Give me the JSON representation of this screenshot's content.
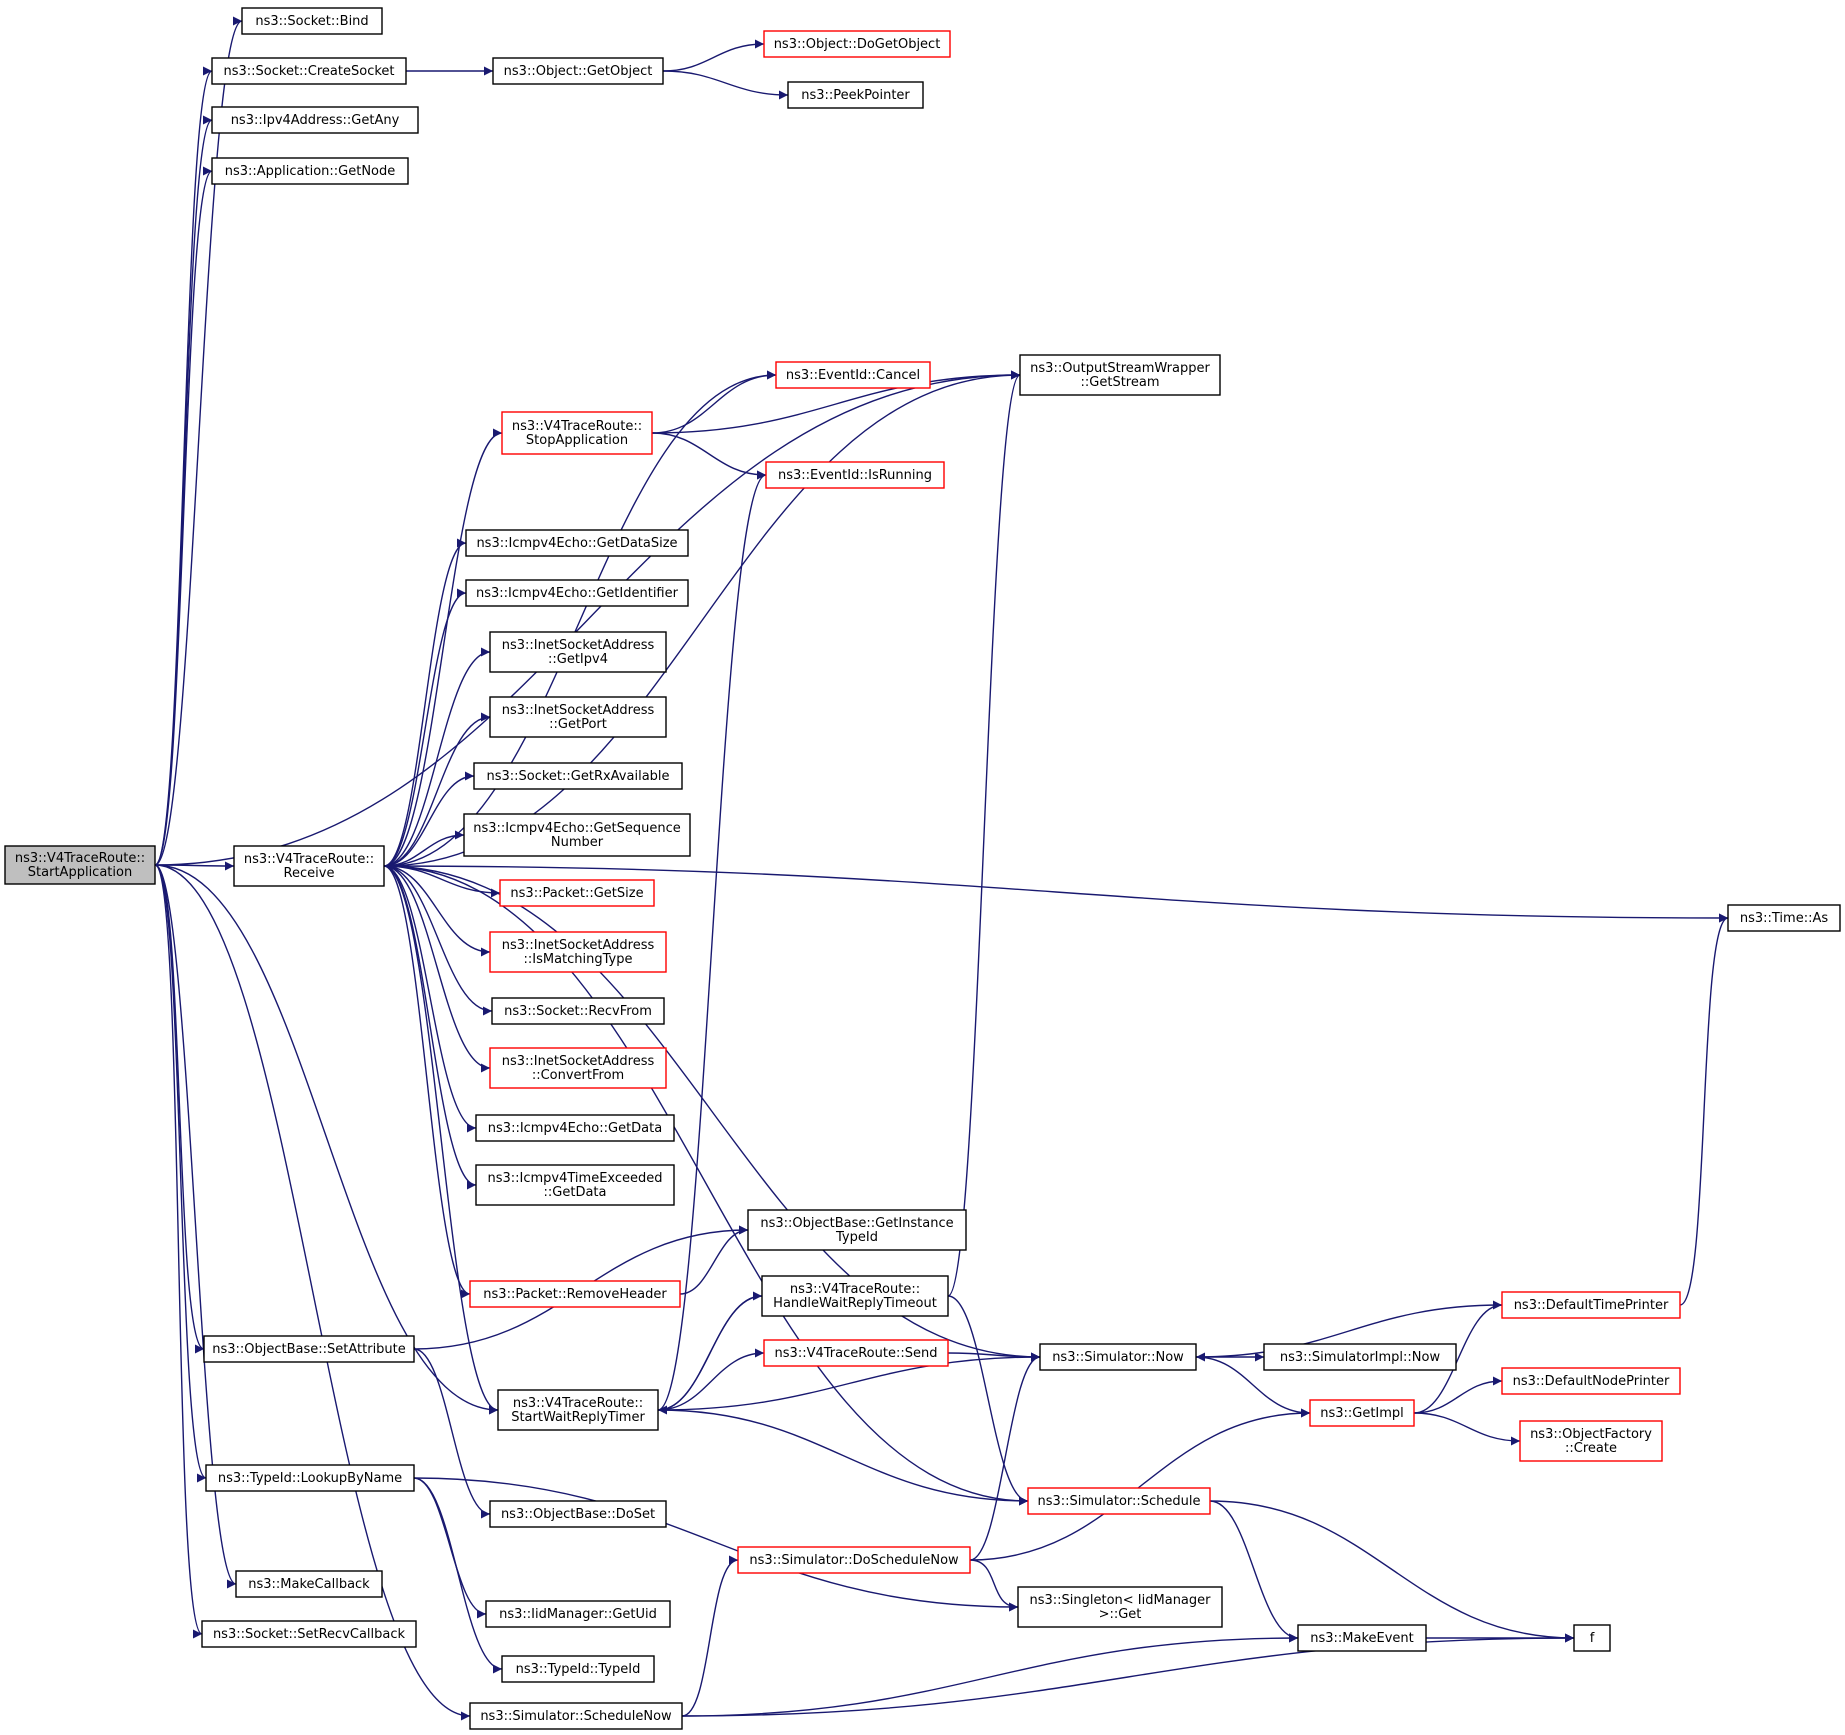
{
  "colors": {
    "edge": "#191970",
    "border": "#000000",
    "border_hidden": "#ff0000",
    "highlight_fill": "#bfbfbf",
    "background": "#ffffff"
  },
  "nodes": [
    {
      "id": "start",
      "lines": [
        "ns3::V4TraceRoute::",
        "StartApplication"
      ],
      "style": "current"
    },
    {
      "id": "bind",
      "lines": [
        "ns3::Socket::Bind"
      ],
      "style": "normal"
    },
    {
      "id": "createsocket",
      "lines": [
        "ns3::Socket::CreateSocket"
      ],
      "style": "normal"
    },
    {
      "id": "getobject",
      "lines": [
        "ns3::Object::GetObject"
      ],
      "style": "normal"
    },
    {
      "id": "dogetobject",
      "lines": [
        "ns3::Object::DoGetObject"
      ],
      "style": "hidden"
    },
    {
      "id": "peekpointer",
      "lines": [
        "ns3::PeekPointer"
      ],
      "style": "normal"
    },
    {
      "id": "getany",
      "lines": [
        "ns3::Ipv4Address::GetAny"
      ],
      "style": "normal"
    },
    {
      "id": "getnode",
      "lines": [
        "ns3::Application::GetNode"
      ],
      "style": "normal"
    },
    {
      "id": "getstream",
      "lines": [
        "ns3::OutputStreamWrapper",
        "::GetStream"
      ],
      "style": "normal"
    },
    {
      "id": "cancel",
      "lines": [
        "ns3::EventId::Cancel"
      ],
      "style": "hidden"
    },
    {
      "id": "stopapp",
      "lines": [
        "ns3::V4TraceRoute::",
        "StopApplication"
      ],
      "style": "hidden"
    },
    {
      "id": "isrunning",
      "lines": [
        "ns3::EventId::IsRunning"
      ],
      "style": "hidden"
    },
    {
      "id": "getdatasize",
      "lines": [
        "ns3::Icmpv4Echo::GetDataSize"
      ],
      "style": "normal"
    },
    {
      "id": "getidentifier",
      "lines": [
        "ns3::Icmpv4Echo::GetIdentifier"
      ],
      "style": "normal"
    },
    {
      "id": "getipv4",
      "lines": [
        "ns3::InetSocketAddress",
        "::GetIpv4"
      ],
      "style": "normal"
    },
    {
      "id": "getport",
      "lines": [
        "ns3::InetSocketAddress",
        "::GetPort"
      ],
      "style": "normal"
    },
    {
      "id": "getrxavailable",
      "lines": [
        "ns3::Socket::GetRxAvailable"
      ],
      "style": "normal"
    },
    {
      "id": "getsequence",
      "lines": [
        "ns3::Icmpv4Echo::GetSequence",
        "Number"
      ],
      "style": "normal"
    },
    {
      "id": "receive",
      "lines": [
        "ns3::V4TraceRoute::",
        "Receive"
      ],
      "style": "normal"
    },
    {
      "id": "getsize",
      "lines": [
        "ns3::Packet::GetSize"
      ],
      "style": "hidden"
    },
    {
      "id": "ismatchingtype",
      "lines": [
        "ns3::InetSocketAddress",
        "::IsMatchingType"
      ],
      "style": "hidden"
    },
    {
      "id": "recvfrom",
      "lines": [
        "ns3::Socket::RecvFrom"
      ],
      "style": "normal"
    },
    {
      "id": "convertfrom",
      "lines": [
        "ns3::InetSocketAddress",
        "::ConvertFrom"
      ],
      "style": "hidden"
    },
    {
      "id": "getdata",
      "lines": [
        "ns3::Icmpv4Echo::GetData"
      ],
      "style": "normal"
    },
    {
      "id": "timeexceeded",
      "lines": [
        "ns3::Icmpv4TimeExceeded",
        "::GetData"
      ],
      "style": "normal"
    },
    {
      "id": "getinstancetypeid",
      "lines": [
        "ns3::ObjectBase::GetInstance",
        "TypeId"
      ],
      "style": "normal"
    },
    {
      "id": "removeheader",
      "lines": [
        "ns3::Packet::RemoveHeader"
      ],
      "style": "hidden"
    },
    {
      "id": "handlewait",
      "lines": [
        "ns3::V4TraceRoute::",
        "HandleWaitReplyTimeout"
      ],
      "style": "normal"
    },
    {
      "id": "setattribute",
      "lines": [
        "ns3::ObjectBase::SetAttribute"
      ],
      "style": "normal"
    },
    {
      "id": "send",
      "lines": [
        "ns3::V4TraceRoute::Send"
      ],
      "style": "hidden"
    },
    {
      "id": "simnow",
      "lines": [
        "ns3::Simulator::Now"
      ],
      "style": "normal"
    },
    {
      "id": "simimplnow",
      "lines": [
        "ns3::SimulatorImpl::Now"
      ],
      "style": "normal"
    },
    {
      "id": "startwait",
      "lines": [
        "ns3::V4TraceRoute::",
        "StartWaitReplyTimer"
      ],
      "style": "normal"
    },
    {
      "id": "lookupbyname",
      "lines": [
        "ns3::TypeId::LookupByName"
      ],
      "style": "normal"
    },
    {
      "id": "doset",
      "lines": [
        "ns3::ObjectBase::DoSet"
      ],
      "style": "normal"
    },
    {
      "id": "schedule",
      "lines": [
        "ns3::Simulator::Schedule"
      ],
      "style": "hidden"
    },
    {
      "id": "doschedulenow",
      "lines": [
        "ns3::Simulator::DoScheduleNow"
      ],
      "style": "hidden"
    },
    {
      "id": "makecallback",
      "lines": [
        "ns3::MakeCallback"
      ],
      "style": "normal"
    },
    {
      "id": "getuid",
      "lines": [
        "ns3::IidManager::GetUid"
      ],
      "style": "normal"
    },
    {
      "id": "singleton",
      "lines": [
        "ns3::Singleton< IidManager",
        " >::Get"
      ],
      "style": "normal"
    },
    {
      "id": "setrecvcallback",
      "lines": [
        "ns3::Socket::SetRecvCallback"
      ],
      "style": "normal"
    },
    {
      "id": "typeid",
      "lines": [
        "ns3::TypeId::TypeId"
      ],
      "style": "normal"
    },
    {
      "id": "schedulenow",
      "lines": [
        "ns3::Simulator::ScheduleNow"
      ],
      "style": "normal"
    },
    {
      "id": "makeevent",
      "lines": [
        "ns3::MakeEvent"
      ],
      "style": "normal"
    },
    {
      "id": "f",
      "lines": [
        "f"
      ],
      "style": "normal"
    },
    {
      "id": "timeas",
      "lines": [
        "ns3::Time::As"
      ],
      "style": "normal"
    },
    {
      "id": "defaulttimeprinter",
      "lines": [
        "ns3::DefaultTimePrinter"
      ],
      "style": "hidden"
    },
    {
      "id": "getimpl",
      "lines": [
        "ns3::GetImpl"
      ],
      "style": "hidden"
    },
    {
      "id": "defaultnodeprinter",
      "lines": [
        "ns3::DefaultNodePrinter"
      ],
      "style": "hidden"
    },
    {
      "id": "objectfactory",
      "lines": [
        "ns3::ObjectFactory",
        "::Create"
      ],
      "style": "hidden"
    }
  ],
  "edges": [
    {
      "from": "start",
      "to": "bind"
    },
    {
      "from": "start",
      "to": "createsocket"
    },
    {
      "from": "start",
      "to": "getany"
    },
    {
      "from": "start",
      "to": "getnode"
    },
    {
      "from": "start",
      "to": "getstream"
    },
    {
      "from": "start",
      "to": "receive"
    },
    {
      "from": "start",
      "to": "setattribute"
    },
    {
      "from": "start",
      "to": "startwait"
    },
    {
      "from": "start",
      "to": "lookupbyname"
    },
    {
      "from": "start",
      "to": "makecallback"
    },
    {
      "from": "start",
      "to": "setrecvcallback"
    },
    {
      "from": "start",
      "to": "schedulenow"
    },
    {
      "from": "createsocket",
      "to": "getobject"
    },
    {
      "from": "getobject",
      "to": "dogetobject"
    },
    {
      "from": "getobject",
      "to": "peekpointer"
    },
    {
      "from": "receive",
      "to": "getstream"
    },
    {
      "from": "receive",
      "to": "cancel"
    },
    {
      "from": "receive",
      "to": "stopapp"
    },
    {
      "from": "receive",
      "to": "timeas"
    },
    {
      "from": "receive",
      "to": "getdatasize"
    },
    {
      "from": "receive",
      "to": "getidentifier"
    },
    {
      "from": "receive",
      "to": "getipv4"
    },
    {
      "from": "receive",
      "to": "getport"
    },
    {
      "from": "receive",
      "to": "getrxavailable"
    },
    {
      "from": "receive",
      "to": "getsequence"
    },
    {
      "from": "receive",
      "to": "getsize"
    },
    {
      "from": "receive",
      "to": "ismatchingtype"
    },
    {
      "from": "receive",
      "to": "recvfrom"
    },
    {
      "from": "receive",
      "to": "convertfrom"
    },
    {
      "from": "receive",
      "to": "getdata"
    },
    {
      "from": "receive",
      "to": "timeexceeded"
    },
    {
      "from": "receive",
      "to": "simnow"
    },
    {
      "from": "receive",
      "to": "removeheader"
    },
    {
      "from": "receive",
      "to": "startwait"
    },
    {
      "from": "receive",
      "to": "schedule"
    },
    {
      "from": "stopapp",
      "to": "cancel"
    },
    {
      "from": "stopapp",
      "to": "getstream"
    },
    {
      "from": "stopapp",
      "to": "isrunning"
    },
    {
      "from": "removeheader",
      "to": "getinstancetypeid"
    },
    {
      "from": "setattribute",
      "to": "getinstancetypeid"
    },
    {
      "from": "setattribute",
      "to": "doset"
    },
    {
      "from": "handlewait",
      "to": "getstream"
    },
    {
      "from": "handlewait",
      "to": "startwait"
    },
    {
      "from": "handlewait",
      "to": "schedule"
    },
    {
      "from": "startwait",
      "to": "isrunning"
    },
    {
      "from": "startwait",
      "to": "handlewait"
    },
    {
      "from": "startwait",
      "to": "send"
    },
    {
      "from": "startwait",
      "to": "simnow"
    },
    {
      "from": "startwait",
      "to": "schedule"
    },
    {
      "from": "send",
      "to": "simnow"
    },
    {
      "from": "simnow",
      "to": "simimplnow"
    },
    {
      "from": "simnow",
      "to": "getimpl"
    },
    {
      "from": "lookupbyname",
      "to": "getuid"
    },
    {
      "from": "lookupbyname",
      "to": "singleton"
    },
    {
      "from": "lookupbyname",
      "to": "typeid"
    },
    {
      "from": "schedule",
      "to": "makeevent"
    },
    {
      "from": "schedule",
      "to": "f"
    },
    {
      "from": "doschedulenow",
      "to": "simnow"
    },
    {
      "from": "doschedulenow",
      "to": "getimpl"
    },
    {
      "from": "doschedulenow",
      "to": "singleton"
    },
    {
      "from": "schedulenow",
      "to": "doschedulenow"
    },
    {
      "from": "schedulenow",
      "to": "makeevent"
    },
    {
      "from": "schedulenow",
      "to": "f"
    },
    {
      "from": "makeevent",
      "to": "f"
    },
    {
      "from": "defaulttimeprinter",
      "to": "timeas"
    },
    {
      "from": "defaulttimeprinter",
      "to": "simnow"
    },
    {
      "from": "getimpl",
      "to": "defaulttimeprinter"
    },
    {
      "from": "getimpl",
      "to": "defaultnodeprinter"
    },
    {
      "from": "getimpl",
      "to": "objectfactory"
    }
  ]
}
